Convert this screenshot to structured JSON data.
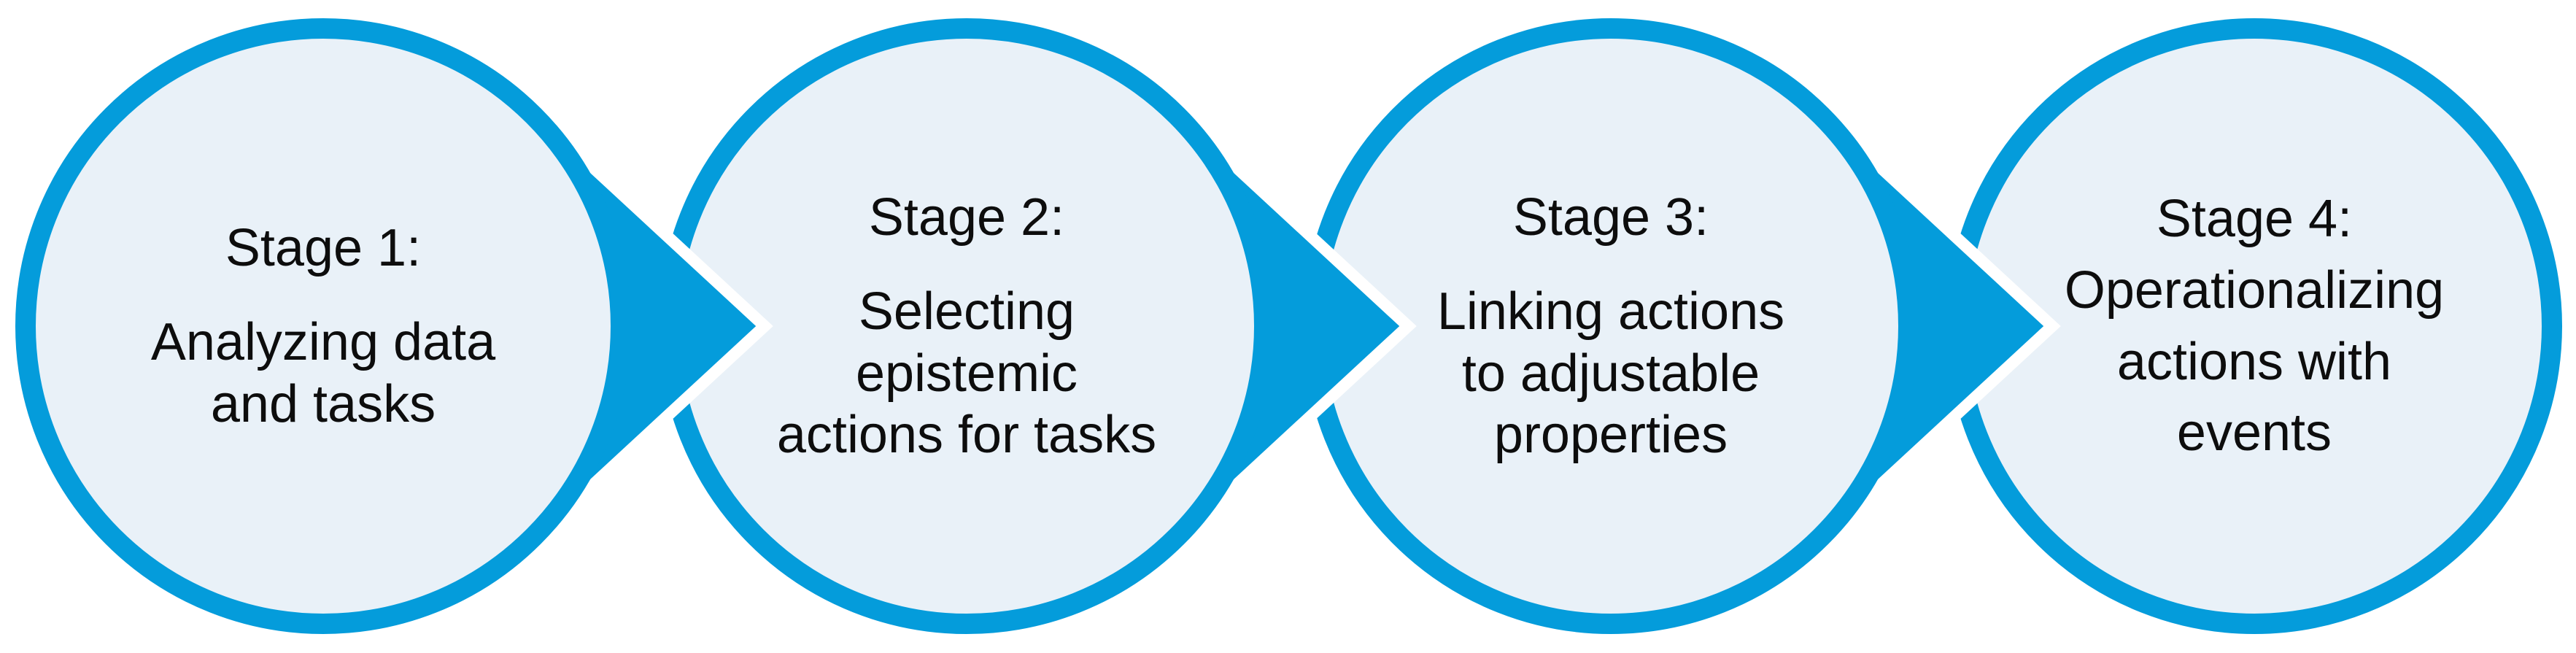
{
  "diagram": {
    "type": "process-flow",
    "stage_count": 4,
    "stages": [
      {
        "title": "Stage 1:",
        "description": "Analyzing data and tasks",
        "lines": [
          "Analyzing data",
          "and tasks"
        ]
      },
      {
        "title": "Stage 2:",
        "description": "Selecting epistemic actions for tasks",
        "lines": [
          "Selecting",
          "epistemic",
          "actions for tasks"
        ]
      },
      {
        "title": "Stage 3:",
        "description": "Linking actions to adjustable properties",
        "lines": [
          "Linking actions",
          "to adjustable",
          "properties"
        ]
      },
      {
        "title": "Stage 4:",
        "description": "Operationalizing actions with events",
        "lines": [
          "Operationalizing",
          "actions with",
          "events"
        ]
      }
    ],
    "colors": {
      "accent_blue": "#049CDB",
      "circle_fill": "#E9F1F8",
      "arrow_outline": "#FFFFFF",
      "text": "#0D0D0D",
      "background": "#FFFFFF"
    }
  }
}
